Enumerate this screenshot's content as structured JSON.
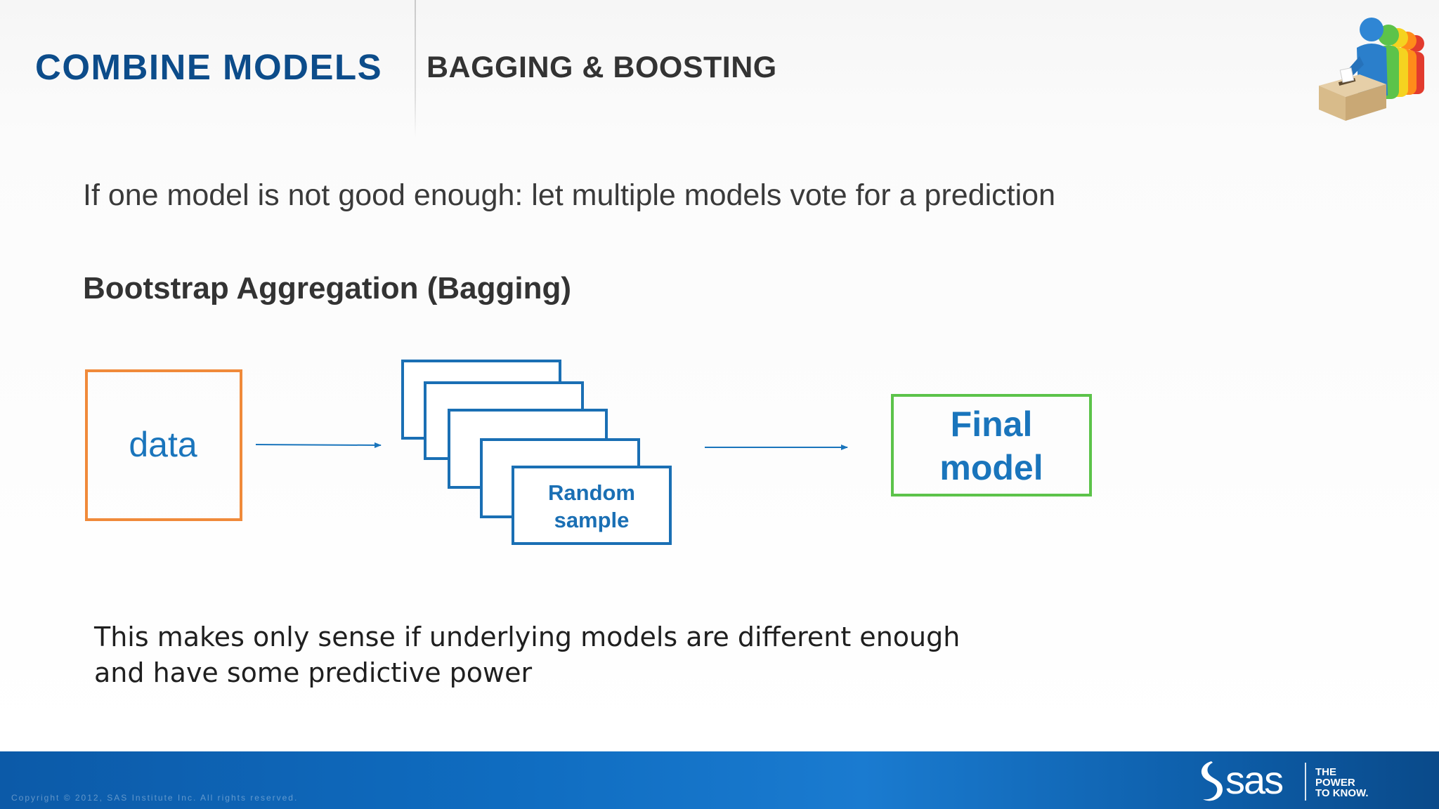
{
  "header": {
    "title": "COMBINE MODELS",
    "subtitle": "BAGGING & BOOSTING"
  },
  "intro": "If one model is not good enough: let multiple models vote for a prediction",
  "section": {
    "heading": "Bootstrap Aggregation (Bagging)"
  },
  "diagram": {
    "data_label": "data",
    "sample_label_line1": "Random",
    "sample_label_line2": "sample",
    "final_label_line1": "Final",
    "final_label_line2": "model"
  },
  "note": {
    "line1": "This makes only sense if underlying models are different enough",
    "line2": "and have some predictive power"
  },
  "footer": {
    "copyright": "Copyright © 2012, SAS Institute Inc. All rights reserved.",
    "logo_text": "sas",
    "tagline_line1": "THE",
    "tagline_line2": "POWER",
    "tagline_line3": "TO KNOW."
  },
  "colors": {
    "title_blue": "#0c4c8a",
    "data_box": "#f08a3a",
    "sample_box": "#1a6fb4",
    "final_box": "#5cc34a",
    "label_blue": "#1a75bc"
  },
  "icons": {
    "corner": "voting-people-ballot-box-icon",
    "logo": "sas-logo-icon"
  }
}
